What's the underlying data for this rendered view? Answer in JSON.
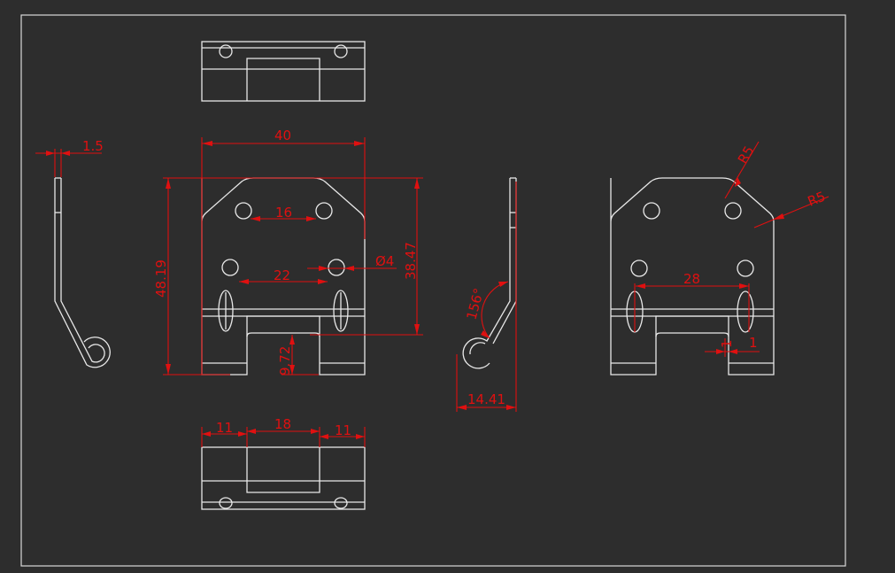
{
  "drawing": {
    "colors": {
      "background": "#2d2d2d",
      "outline": "#e8e8e8",
      "dimension": "#e01010"
    },
    "dimensions": {
      "side_thickness": "1.5",
      "width": "40",
      "height": "48.19",
      "top_hole_spacing": "16",
      "lower_hole_spacing": "22",
      "hole_diameter": "Ø4",
      "height_to_knuckle": "38.47",
      "slot_depth": "9.72",
      "bend_angle": "156°",
      "hook_depth": "14.41",
      "radius_1": "R5",
      "radius_2": "R5",
      "pin_spacing": "28",
      "gap_1": "1",
      "gap_2": "1",
      "leg_left": "11",
      "center_width": "18",
      "leg_right": "11"
    }
  }
}
